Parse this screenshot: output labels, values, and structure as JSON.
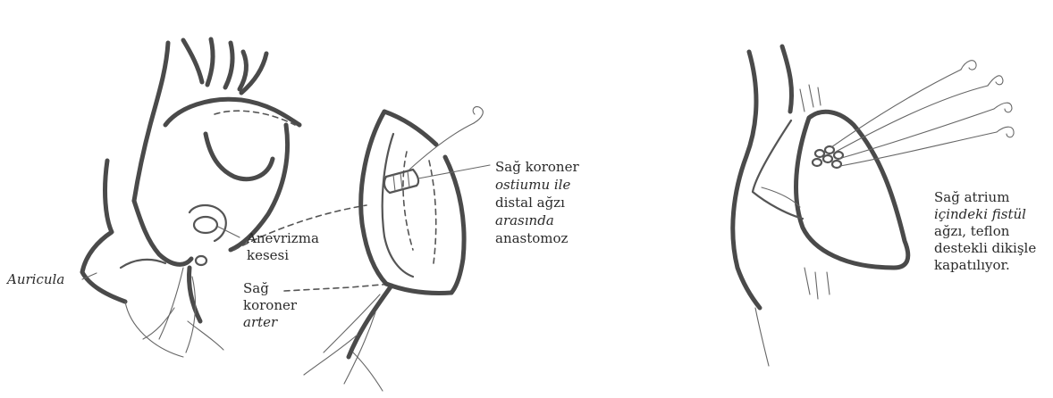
{
  "left_figure": {
    "labels": {
      "auricula": "Auricula",
      "anevrizma_line1": "Anevrizma",
      "anevrizma_line2": "kesesi",
      "sag_koroner_arter_line1": "Sağ",
      "sag_koroner_arter_line2": "koroner",
      "sag_koroner_arter_line3": "arter",
      "anastomoz_line1": "Sağ koroner",
      "anastomoz_line2": "ostiumu ile",
      "anastomoz_line3": "distal ağzı",
      "anastomoz_line4": "arasında",
      "anastomoz_line5": "anastomoz"
    }
  },
  "right_figure": {
    "labels": {
      "line1": "Sağ atrium",
      "line2": "içindeki fistül",
      "line3": "ağzı, teflon",
      "line4": "destekli dikişle",
      "line5": "kapatılıyor."
    }
  },
  "colors": {
    "ink": "#2a2a2a",
    "stroke": "#4a4a4a",
    "background": "#ffffff"
  }
}
